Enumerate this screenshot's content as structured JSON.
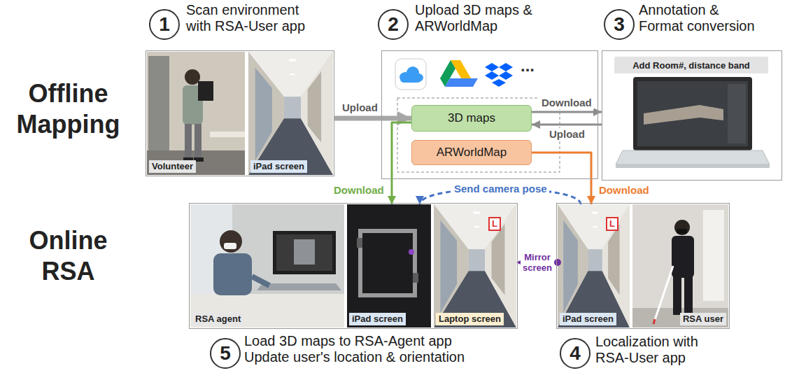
{
  "diagram": {
    "nodes": [
      {
        "text": [
          "1"
        ]
      },
      {
        "text": [
          "Scan environment with RSA-User app"
        ]
      },
      {
        "text": [
          "Volunteer"
        ],
        "in": 1
      },
      {
        "text": [
          "iPad screen"
        ],
        "in": 1
      },
      {
        "text": [
          "2"
        ]
      },
      {
        "text": [
          "Upload 3D maps & ARWorldMap"
        ]
      },
      {
        "text": [
          "3D maps"
        ],
        "in": 5
      },
      {
        "text": [
          "ARWorldMap"
        ],
        "in": 5
      },
      {
        "text": [
          "3"
        ]
      },
      {
        "text": [
          "Annotation & Format conversion"
        ]
      },
      {
        "text": [
          "Add Room#, distance band"
        ],
        "in": 9
      },
      {
        "text": [
          "4"
        ]
      },
      {
        "text": [
          "Localization with RSA-User app"
        ]
      },
      {
        "text": [
          "iPad screen"
        ],
        "in": 12
      },
      {
        "text": [
          "RSA user"
        ],
        "in": 12
      },
      {
        "text": [
          "5"
        ]
      },
      {
        "text": [
          "Load 3D maps to RSA-Agent app",
          "Update user's location & orientation"
        ]
      },
      {
        "text": [
          "RSA agent"
        ],
        "in": 16
      },
      {
        "text": [
          "iPad screen"
        ],
        "in": 16
      },
      {
        "text": [
          "Laptop screen"
        ],
        "in": 16
      }
    ],
    "edges": [
      {
        "from": 1,
        "to": 6,
        "arrow": "to",
        "label": "Upload"
      },
      {
        "from": 6,
        "to": 9,
        "arrow": "to",
        "label": "Download"
      },
      {
        "from": 9,
        "to": 6,
        "arrow": "to",
        "label": "Upload"
      },
      {
        "from": 6,
        "to": 18,
        "arrow": "to",
        "label": "Download"
      },
      {
        "from": 7,
        "to": 13,
        "arrow": "to",
        "label": "Download"
      },
      {
        "from": 13,
        "to": 18,
        "arrow": "to",
        "label": "Send camera pose"
      },
      {
        "from": 13,
        "to": 19,
        "arrow": "to",
        "label": "Mirror screen"
      }
    ],
    "labels": [
      "Offline Mapping",
      "Online RSA",
      "...",
      "L",
      "L"
    ]
  }
}
